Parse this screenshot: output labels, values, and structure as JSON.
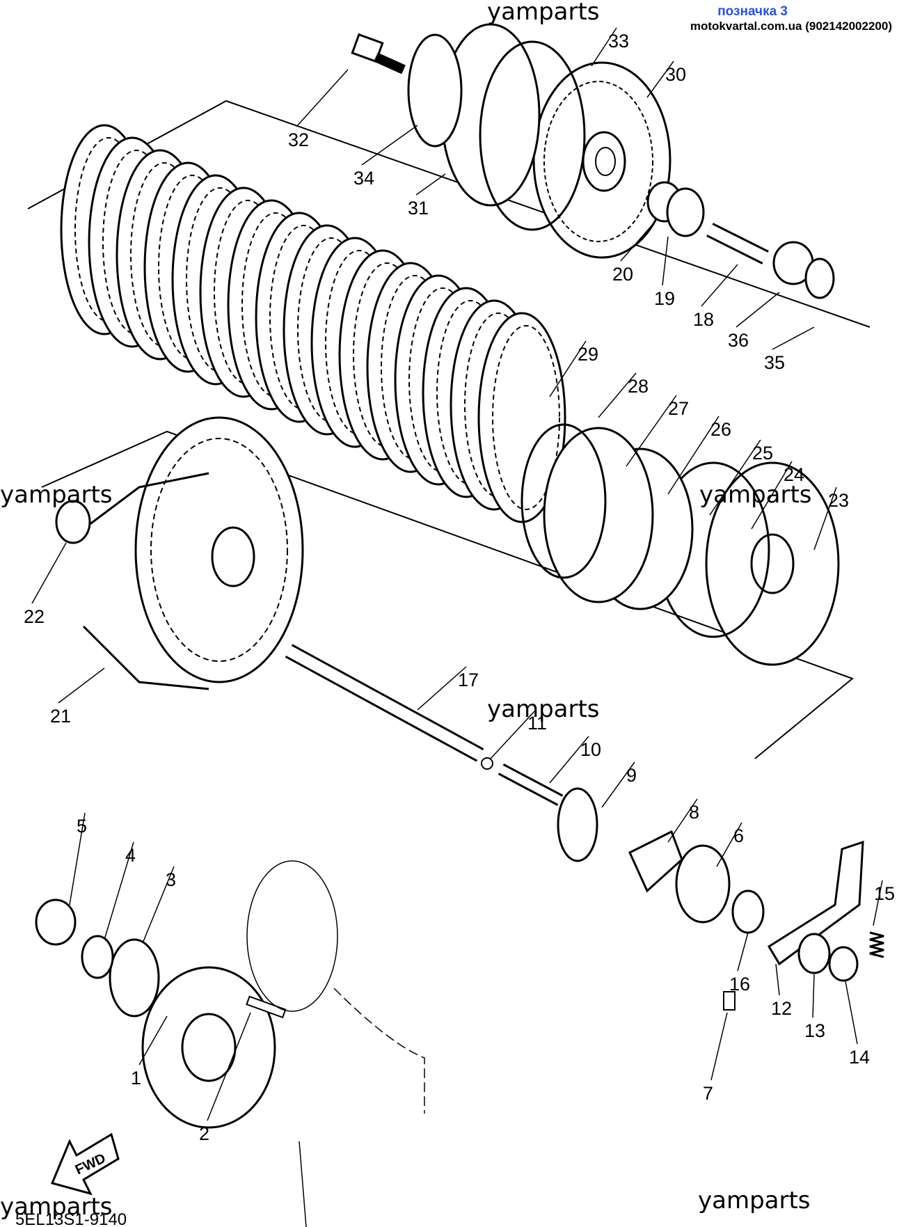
{
  "header": {
    "title": "позначка 3",
    "site": "motokvartal.com.ua (902142002200)"
  },
  "watermark": "yamparts",
  "diagram_code": "5EL13S1-9140",
  "fwd_label": "FWD",
  "callouts": [
    "1",
    "2",
    "3",
    "4",
    "5",
    "6",
    "7",
    "8",
    "9",
    "10",
    "11",
    "12",
    "13",
    "14",
    "15",
    "16",
    "17",
    "18",
    "19",
    "20",
    "21",
    "22",
    "23",
    "24",
    "25",
    "26",
    "27",
    "28",
    "29",
    "30",
    "31",
    "32",
    "33",
    "34",
    "35",
    "36"
  ]
}
